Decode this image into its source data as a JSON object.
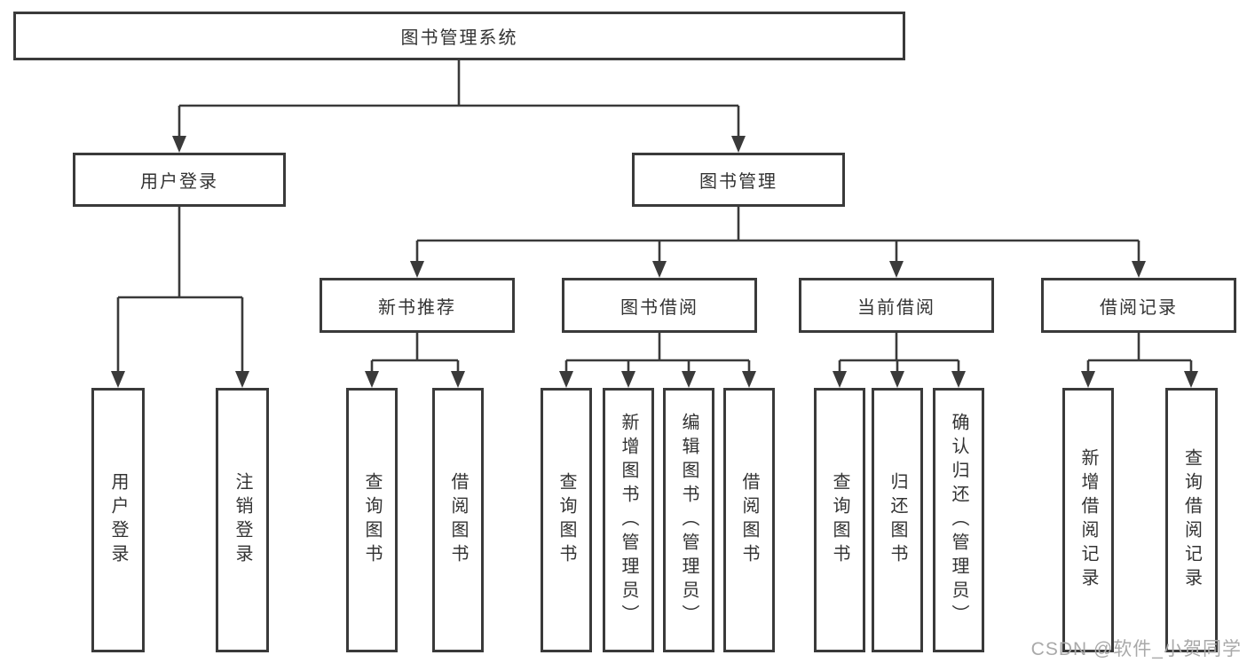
{
  "diagram_type": "hierarchy-tree",
  "colors": {
    "line": "#3a3a3a",
    "box_border": "#3a3a3a",
    "text": "#333333",
    "watermark": "#a9a9a9",
    "background": "#ffffff"
  },
  "tree": {
    "label": "图书管理系统",
    "children": [
      {
        "label": "用户登录",
        "children": [
          {
            "label": "用户登录"
          },
          {
            "label": "注销登录"
          }
        ]
      },
      {
        "label": "图书管理",
        "children": [
          {
            "label": "新书推荐",
            "children": [
              {
                "label": "查询图书"
              },
              {
                "label": "借阅图书"
              }
            ]
          },
          {
            "label": "图书借阅",
            "children": [
              {
                "label": "查询图书"
              },
              {
                "label": "新增图书（管理员）"
              },
              {
                "label": "编辑图书（管理员）"
              },
              {
                "label": "借阅图书"
              }
            ]
          },
          {
            "label": "当前借阅",
            "children": [
              {
                "label": "查询图书"
              },
              {
                "label": "归还图书"
              },
              {
                "label": "确认归还（管理员）"
              }
            ]
          },
          {
            "label": "借阅记录",
            "children": [
              {
                "label": "新增借阅记录"
              },
              {
                "label": "查询借阅记录"
              }
            ]
          }
        ]
      }
    ]
  },
  "watermark": {
    "text": "CSDN @软件_小贺同学"
  }
}
